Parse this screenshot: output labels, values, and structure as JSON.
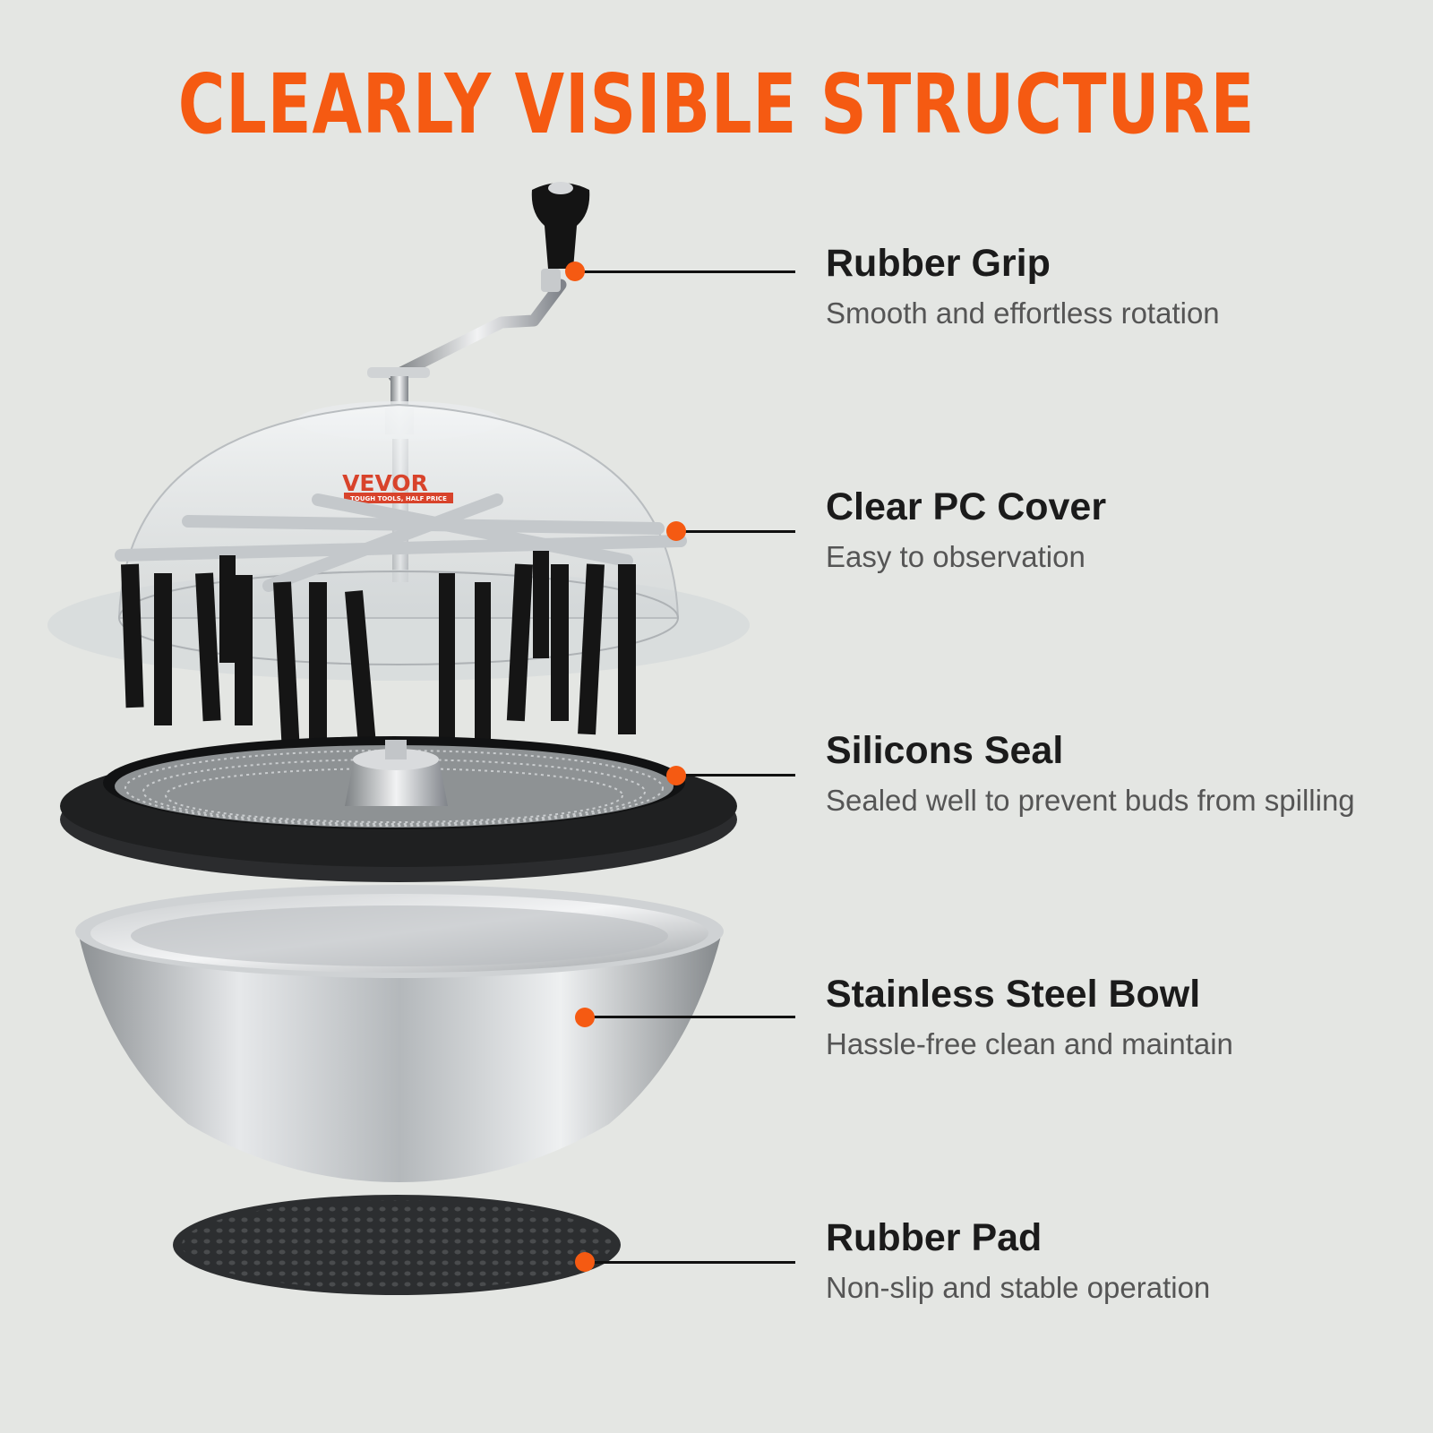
{
  "headline": "CLEARLY VISIBLE STRUCTURE",
  "brand": {
    "logo_text": "VEVOR",
    "tagline": "TOUGH TOOLS, HALF PRICE"
  },
  "accent_color": "#f55a12",
  "features": [
    {
      "title": "Rubber Grip",
      "description": "Smooth and effortless rotation"
    },
    {
      "title": "Clear PC Cover",
      "description": "Easy to observation"
    },
    {
      "title": "Silicons Seal",
      "description": "Sealed well to prevent buds from spilling"
    },
    {
      "title": "Stainless Steel Bowl",
      "description": "Hassle-free clean and maintain"
    },
    {
      "title": "Rubber Pad",
      "description": "Non-slip and stable operation"
    }
  ]
}
